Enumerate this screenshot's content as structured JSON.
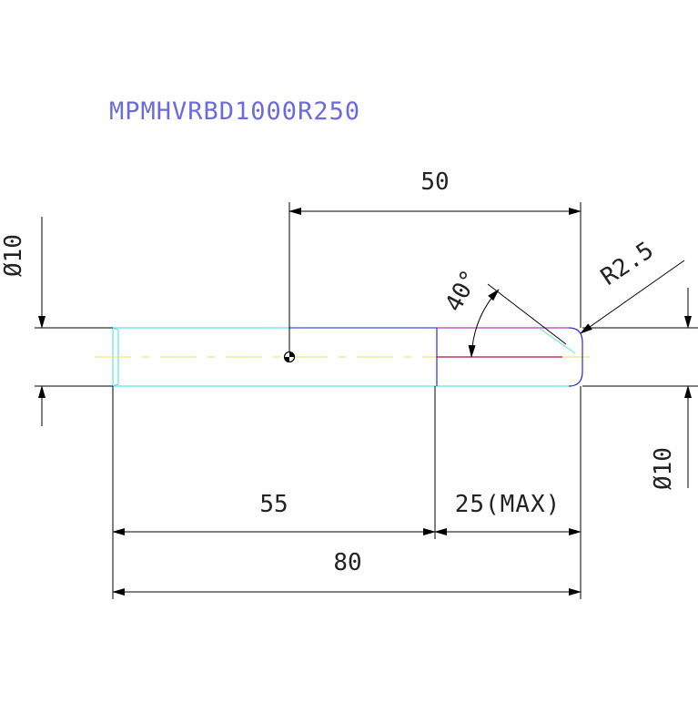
{
  "drawing": {
    "title": "MPMHVRBD1000R250",
    "dims": {
      "top_length": "50",
      "left_diameter": "Ø10",
      "right_diameter": "Ø10",
      "angle": "40°",
      "radius": "R2.5",
      "shank_length": "55",
      "cut_length": "25(MAX)",
      "overall_length": "80"
    }
  },
  "colors": {
    "title": "#6b6be0",
    "outline": "#5fe3ef",
    "dimension": "#000000",
    "centerline": "#e8e266",
    "cut_edge": "#c0395a",
    "tip_outline": "#2c2cc8",
    "tip_edge": "#b73fb7"
  }
}
